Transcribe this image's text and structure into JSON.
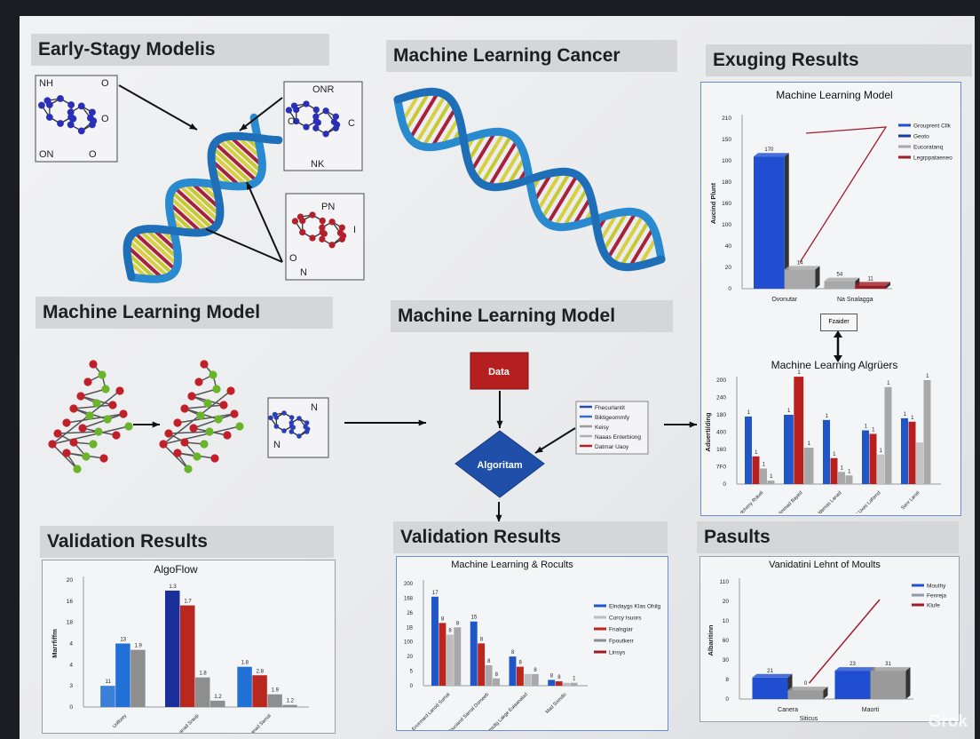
{
  "headers": {
    "early_stage": "Early-Stagy Modelis",
    "ml_cancer": "Machine Learning Cancer",
    "exuging": "Exuging Results",
    "ml_model_left": "Machine Learning Model",
    "ml_model_mid": "Machine Learning Model",
    "validation_left": "Validation Results",
    "validation_mid": "Validation Results",
    "pasults": "Pasults"
  },
  "molecules": {
    "box1": {
      "labels": [
        "NH",
        "O",
        "O",
        "ON",
        "O"
      ],
      "color": "#2a2fb8"
    },
    "box2": {
      "labels": [
        "ONR",
        "O",
        "C",
        "NK"
      ],
      "color": "#2a2fb8"
    },
    "box3": {
      "labels": [
        "PN",
        "I",
        "O",
        "N"
      ],
      "color": "#b3202c"
    },
    "small_box": {
      "labels": [
        "N",
        "N"
      ],
      "color": "#2a3fb8"
    }
  },
  "flow": {
    "data_label": "Data",
    "algorithm_label": "Algoritam",
    "data_color": "#b51f1f",
    "algorithm_color": "#1f4fa8",
    "legend_items": [
      {
        "label": "Fhecurlantit",
        "color": "#1f4fa8"
      },
      {
        "label": "Biktigeommfy",
        "color": "#3a6cc4"
      },
      {
        "label": "Keisy",
        "color": "#9a9a9a"
      },
      {
        "label": "Naaas Enterbiong",
        "color": "#b0b0b0"
      },
      {
        "label": "Datmar Uaoy",
        "color": "#b51f1f"
      }
    ],
    "selector_label": "Fzaider"
  },
  "watermark": "Grok",
  "chart_data": [
    {
      "id": "ml_model",
      "type": "bar",
      "title": "Machine Learning Model",
      "ylabel": "Aucind Plunt",
      "xlabel": "",
      "yticks": [
        "0",
        "20",
        "40",
        "100",
        "160",
        "180",
        "100",
        "150",
        "210"
      ],
      "ylim": [
        0,
        8
      ],
      "grid": false,
      "legend": "top-right",
      "legend_items": [
        {
          "label": "Grouprent Cllk",
          "color": "#1f4fd0"
        },
        {
          "label": "Geoto",
          "color": "#1a3a9c"
        },
        {
          "label": "Eucoratanq",
          "color": "#a8a8a8"
        },
        {
          "label": "Legrppataeneo",
          "color": "#a01c24"
        }
      ],
      "groups": [
        {
          "label": "Ovonutar",
          "bars": [
            {
              "value": 6.2,
              "label": "170",
              "color": "#1f4fd0"
            },
            {
              "value": 0.9,
              "label": "14",
              "color": "#a8a8a8"
            }
          ]
        },
        {
          "label": "Na Snalagga",
          "bars": [
            {
              "value": 0.35,
              "label": "54",
              "color": "#a8a8a8"
            },
            {
              "value": 0.15,
              "label": "11",
              "color": "#a01c24"
            }
          ]
        }
      ],
      "trend_line": true,
      "bars3d": true
    },
    {
      "id": "ml_algorithms",
      "type": "bar",
      "title": "Machine Learning Algrüers",
      "ylabel": "Aduerti/ding",
      "xlabel": "",
      "yticks": [
        "0",
        "7F0",
        "160",
        "400",
        "180",
        "240",
        "200"
      ],
      "ylim": [
        0,
        6
      ],
      "grid": false,
      "groups": [
        {
          "label": "Ondcheny Rokell",
          "bars": [
            {
              "value": 3.9,
              "label": "1",
              "color": "#1f56c8"
            },
            {
              "value": 1.6,
              "label": "1",
              "color": "#b8201e"
            },
            {
              "value": 0.9,
              "label": "1",
              "color": "#a8a8a8"
            },
            {
              "value": 0.2,
              "label": "1",
              "color": "#a8a8a8"
            }
          ]
        },
        {
          "label": "Enlimmad Bayed",
          "bars": [
            {
              "value": 4.0,
              "label": "1",
              "color": "#1f56c8"
            },
            {
              "value": 6.2,
              "label": "1",
              "color": "#b8201e"
            },
            {
              "value": 2.1,
              "label": "1",
              "color": "#a8a8a8"
            }
          ]
        },
        {
          "label": "Fiubeldemas Lanad",
          "bars": [
            {
              "value": 3.7,
              "label": "1",
              "color": "#1f56c8"
            },
            {
              "value": 1.5,
              "label": "1",
              "color": "#b8201e"
            },
            {
              "value": 0.7,
              "label": "1",
              "color": "#a8a8a8"
            },
            {
              "value": 0.5,
              "label": "1",
              "color": "#a8a8a8"
            }
          ]
        },
        {
          "label": "Sxcumtmal Uxes Lafornd",
          "bars": [
            {
              "value": 3.1,
              "label": "1",
              "color": "#1f56c8"
            },
            {
              "value": 2.9,
              "label": "1",
              "color": "#b8201e"
            },
            {
              "value": 1.7,
              "label": "1",
              "color": "#c4c4c4"
            },
            {
              "value": 5.6,
              "label": "1",
              "color": "#a8a8a8"
            }
          ]
        },
        {
          "label": "Sanr Lanel",
          "bars": [
            {
              "value": 3.8,
              "label": "1",
              "color": "#1f56c8"
            },
            {
              "value": 3.6,
              "label": "1",
              "color": "#b8201e"
            },
            {
              "value": 2.4,
              "label": "",
              "color": "#c4c4c4"
            },
            {
              "value": 6.0,
              "label": "1",
              "color": "#a8a8a8"
            }
          ]
        }
      ]
    },
    {
      "id": "algoflow",
      "type": "bar",
      "title": "AlgoFlow",
      "ylabel": "Marrfiffm",
      "xlabel": "",
      "yticks": [
        "0",
        "3",
        "4",
        "4",
        "18",
        "16",
        "20"
      ],
      "ylim": [
        0,
        6
      ],
      "grid": false,
      "groups": [
        {
          "label": "Uolltzey",
          "bars": [
            {
              "value": 1.0,
              "label": "11",
              "color": "#3a7fd8"
            },
            {
              "value": 3.0,
              "label": "13",
              "color": "#2170d6"
            },
            {
              "value": 2.7,
              "label": "1.9",
              "color": "#8e8e8e"
            }
          ]
        },
        {
          "label": "Naturd Lanad Sraup",
          "bars": [
            {
              "value": 5.5,
              "label": "1.3",
              "color": "#1a2f9a"
            },
            {
              "value": 4.8,
              "label": "1.7",
              "color": "#b8281e"
            },
            {
              "value": 1.4,
              "label": "1.8",
              "color": "#8e8e8e"
            },
            {
              "value": 0.3,
              "label": "1.2",
              "color": "#8e8e8e"
            }
          ]
        },
        {
          "label": "Inteny Lanad Samal",
          "bars": [
            {
              "value": 1.9,
              "label": "1.8",
              "color": "#2170d6"
            },
            {
              "value": 1.5,
              "label": "2.8",
              "color": "#b8281e"
            },
            {
              "value": 0.6,
              "label": "1.9",
              "color": "#8e8e8e"
            },
            {
              "value": 0.1,
              "label": "1.2",
              "color": "#8e8e8e"
            }
          ]
        }
      ]
    },
    {
      "id": "ml_results",
      "type": "bar",
      "title": "Machine Learning & Rocults",
      "ylabel": "Maturi Harn",
      "xlabel": "",
      "yticks": [
        "0",
        "5",
        "20",
        "100",
        "1B",
        "26",
        "168",
        "200"
      ],
      "ylim": [
        0,
        7
      ],
      "grid": false,
      "legend": "right",
      "legend_items": [
        {
          "label": "Elndaygs Klas Ohilg",
          "color": "#1f56c8"
        },
        {
          "label": "Corcy Isuors",
          "color": "#bdbdbd"
        },
        {
          "label": "Fnalsgiar",
          "color": "#b8281e"
        },
        {
          "label": "Fpoutkerr",
          "color": "#8e8e8e"
        },
        {
          "label": "Linsys",
          "color": "#a01c24"
        }
      ],
      "groups": [
        {
          "label": "Enonnard Lanod Sumal",
          "bars": [
            {
              "value": 6.1,
              "label": "17",
              "color": "#1f56c8"
            },
            {
              "value": 4.3,
              "label": "8",
              "color": "#b8281e"
            },
            {
              "value": 3.5,
              "label": "8",
              "color": "#bdbdbd"
            },
            {
              "value": 4.0,
              "label": "8",
              "color": "#a8a8a8"
            }
          ]
        },
        {
          "label": "Fenaskndouciand Sarnal Domeeb",
          "bars": [
            {
              "value": 4.4,
              "label": "15",
              "color": "#1f56c8"
            },
            {
              "value": 2.9,
              "label": "8",
              "color": "#b8281e"
            },
            {
              "value": 1.4,
              "label": "8",
              "color": "#a8a8a8"
            },
            {
              "value": 0.5,
              "label": "8",
              "color": "#a8a8a8"
            }
          ]
        },
        {
          "label": "Sumsdig Lakge Eulaanalad",
          "bars": [
            {
              "value": 2.0,
              "label": "8",
              "color": "#1f56c8"
            },
            {
              "value": 1.3,
              "label": "8",
              "color": "#b8281e"
            },
            {
              "value": 0.8,
              "label": "",
              "color": "#bdbdbd"
            },
            {
              "value": 0.8,
              "label": "8",
              "color": "#a8a8a8"
            }
          ]
        },
        {
          "label": "Mad Somdis",
          "bars": [
            {
              "value": 0.4,
              "label": "8",
              "color": "#1f56c8"
            },
            {
              "value": 0.3,
              "label": "8",
              "color": "#b8281e"
            },
            {
              "value": 0.2,
              "label": "",
              "color": "#bdbdbd"
            },
            {
              "value": 0.2,
              "label": "1",
              "color": "#a8a8a8"
            }
          ]
        }
      ]
    },
    {
      "id": "validation_moults",
      "type": "bar",
      "title": "Vanidatini Lehnt of Moults",
      "ylabel": "Albaritinn",
      "xlabel": "Siticus",
      "yticks": [
        "0",
        "8",
        "30",
        "60",
        "10",
        "20",
        "110"
      ],
      "ylim": [
        0,
        6
      ],
      "grid": false,
      "legend": "top-right",
      "legend_items": [
        {
          "label": "Mouthy",
          "color": "#1f4fd0"
        },
        {
          "label": "Fenreja",
          "color": "#8e9aa8"
        },
        {
          "label": "Klufe",
          "color": "#a01c24"
        }
      ],
      "groups": [
        {
          "label": "Canera",
          "bars": [
            {
              "value": 1.1,
              "label": "21",
              "color": "#1f4fd0"
            },
            {
              "value": 0.45,
              "label": "0",
              "color": "#9a9a9a"
            }
          ]
        },
        {
          "label": "Maorti",
          "bars": [
            {
              "value": 1.45,
              "label": "23",
              "color": "#1f4fd0"
            },
            {
              "value": 1.45,
              "label": "31",
              "color": "#9a9a9a"
            }
          ]
        }
      ],
      "trend_line": true,
      "bars3d": true
    }
  ]
}
